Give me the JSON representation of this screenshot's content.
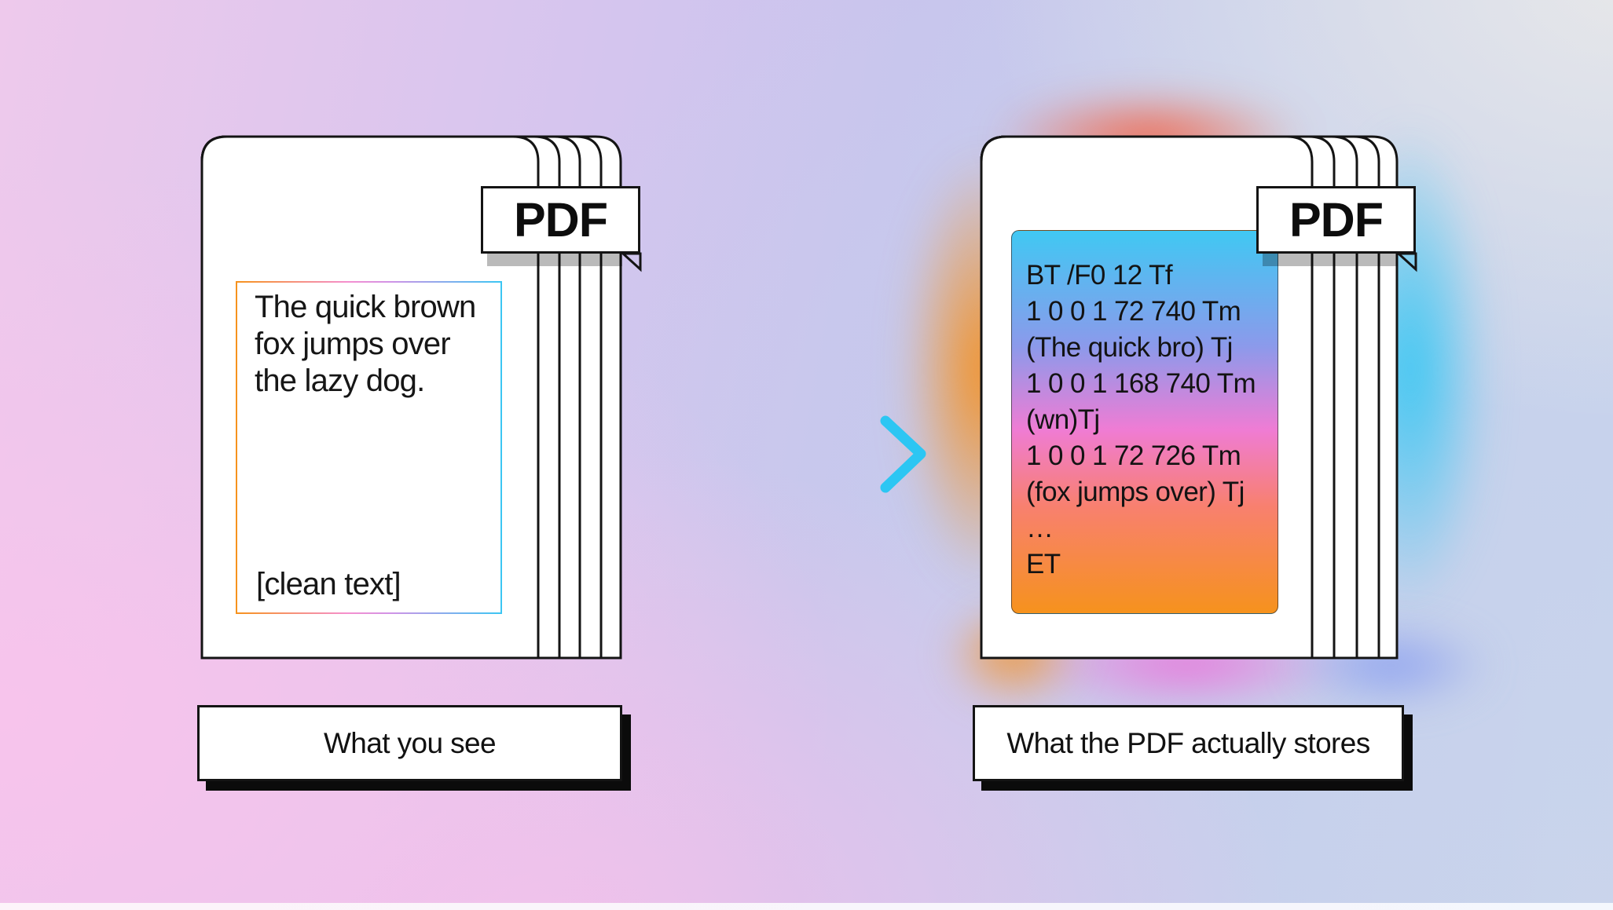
{
  "left_doc": {
    "badge_label": "PDF",
    "page_text_lines": [
      "The quick brown",
      "fox jumps over",
      "the lazy dog."
    ],
    "note": "[clean text]",
    "caption": "What you see"
  },
  "right_doc": {
    "badge_label": "PDF",
    "code_lines": [
      "BT /F0 12 Tf",
      "1 0 0 1 72 740 Tm",
      "(The quick bro) Tj",
      "1 0 0 1 168 740 Tm",
      "(wn)Tj",
      "1 0 0 1 72 726 Tm",
      "(fox jumps over) Tj",
      "…",
      "ET"
    ],
    "caption": "What the PDF actually stores"
  },
  "colors": {
    "accent_orange": "#f6921d",
    "accent_pink": "#f77ad2",
    "accent_violet": "#ae9ff0",
    "accent_cyan": "#2cc6f3",
    "glow_red": "#f8522c",
    "glow_magenta": "#f066d8",
    "glow_periwinkle": "#8298f0",
    "page_white": "#ffffff",
    "ink_black": "#141414",
    "badge_shadow_gray": "rgba(0,0,0,0.27)"
  }
}
